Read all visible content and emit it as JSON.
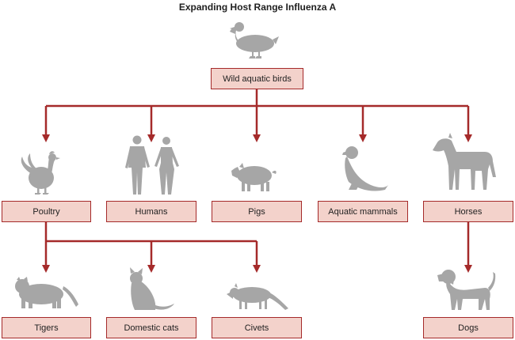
{
  "title": "Expanding Host Range Influenza A",
  "nodes": {
    "root": "Wild aquatic birds",
    "poultry": "Poultry",
    "humans": "Humans",
    "pigs": "Pigs",
    "aquatic_mammals": "Aquatic mammals",
    "horses": "Horses",
    "tigers": "Tigers",
    "domestic_cats": "Domestic cats",
    "civets": "Civets",
    "dogs": "Dogs"
  },
  "icons": {
    "root": "duck-icon",
    "poultry": "rooster-icon",
    "humans": "humans-icon",
    "pigs": "pig-icon",
    "aquatic_mammals": "seal-icon",
    "horses": "horse-icon",
    "tigers": "tiger-icon",
    "domestic_cats": "cat-icon",
    "civets": "civet-icon",
    "dogs": "dog-icon"
  },
  "colors": {
    "arrow": "#a52a2a",
    "box_fill": "#f3d2cb",
    "box_border": "#a52a2a",
    "silhouette": "#a6a6a6"
  }
}
